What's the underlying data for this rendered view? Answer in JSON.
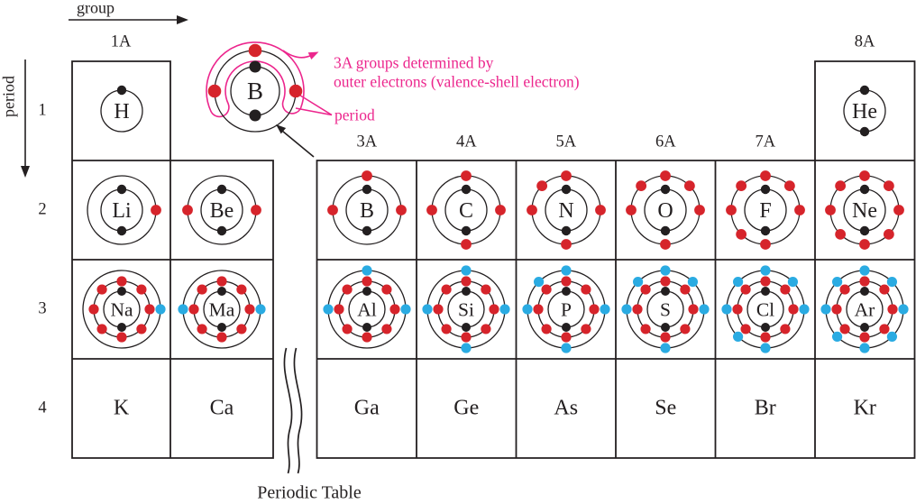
{
  "figure": {
    "caption": "Periodic Table"
  },
  "axes": {
    "group_label": "group",
    "period_label": "period"
  },
  "annotation": {
    "line1": "3A groups determined by",
    "line2": "outer electrons (valence-shell electron)",
    "period_pointer_label": "period"
  },
  "headers": {
    "group_1a": "1A",
    "group_8a": "8A",
    "mid_groups": [
      "3A",
      "4A",
      "5A",
      "6A",
      "7A"
    ]
  },
  "period_row_labels": [
    "1",
    "2",
    "3",
    "4"
  ],
  "colors": {
    "electron_core": "#231f20",
    "electron_period2": "#d6242b",
    "electron_period3": "#2aabe2",
    "annotation_magenta": "#ec268d",
    "line_black": "#231f20"
  },
  "example_atom": {
    "symbol": "B",
    "shells": [
      {
        "color": "core",
        "count": 2
      },
      {
        "color": "period2",
        "count": 3
      }
    ]
  },
  "periods": [
    {
      "label": "1",
      "cells": [
        {
          "block": "left",
          "col": 0,
          "symbol": "H",
          "shells": [
            {
              "color": "core",
              "count": 1
            }
          ]
        },
        {
          "block": "right",
          "col": 5,
          "symbol": "He",
          "shells": [
            {
              "color": "core",
              "count": 2
            }
          ]
        }
      ]
    },
    {
      "label": "2",
      "cells": [
        {
          "block": "left",
          "col": 0,
          "symbol": "Li",
          "shells": [
            {
              "color": "core",
              "count": 2
            },
            {
              "color": "period2",
              "count": 1
            }
          ]
        },
        {
          "block": "left",
          "col": 1,
          "symbol": "Be",
          "shells": [
            {
              "color": "core",
              "count": 2
            },
            {
              "color": "period2",
              "count": 2
            }
          ]
        },
        {
          "block": "right",
          "col": 0,
          "symbol": "B",
          "shells": [
            {
              "color": "core",
              "count": 2
            },
            {
              "color": "period2",
              "count": 3
            }
          ]
        },
        {
          "block": "right",
          "col": 1,
          "symbol": "C",
          "shells": [
            {
              "color": "core",
              "count": 2
            },
            {
              "color": "period2",
              "count": 4
            }
          ]
        },
        {
          "block": "right",
          "col": 2,
          "symbol": "N",
          "shells": [
            {
              "color": "core",
              "count": 2
            },
            {
              "color": "period2",
              "count": 5
            }
          ]
        },
        {
          "block": "right",
          "col": 3,
          "symbol": "O",
          "shells": [
            {
              "color": "core",
              "count": 2
            },
            {
              "color": "period2",
              "count": 6
            }
          ]
        },
        {
          "block": "right",
          "col": 4,
          "symbol": "F",
          "shells": [
            {
              "color": "core",
              "count": 2
            },
            {
              "color": "period2",
              "count": 7
            }
          ]
        },
        {
          "block": "right",
          "col": 5,
          "symbol": "Ne",
          "shells": [
            {
              "color": "core",
              "count": 2
            },
            {
              "color": "period2",
              "count": 8
            }
          ]
        }
      ]
    },
    {
      "label": "3",
      "cells": [
        {
          "block": "left",
          "col": 0,
          "symbol": "Na",
          "shells": [
            {
              "color": "core",
              "count": 2
            },
            {
              "color": "period2",
              "count": 8
            },
            {
              "color": "period3",
              "count": 1
            }
          ]
        },
        {
          "block": "left",
          "col": 1,
          "symbol": "Ma",
          "shells": [
            {
              "color": "core",
              "count": 2
            },
            {
              "color": "period2",
              "count": 8
            },
            {
              "color": "period3",
              "count": 2
            }
          ]
        },
        {
          "block": "right",
          "col": 0,
          "symbol": "Al",
          "shells": [
            {
              "color": "core",
              "count": 2
            },
            {
              "color": "period2",
              "count": 8
            },
            {
              "color": "period3",
              "count": 3
            }
          ]
        },
        {
          "block": "right",
          "col": 1,
          "symbol": "Si",
          "shells": [
            {
              "color": "core",
              "count": 2
            },
            {
              "color": "period2",
              "count": 8
            },
            {
              "color": "period3",
              "count": 4
            }
          ]
        },
        {
          "block": "right",
          "col": 2,
          "symbol": "P",
          "shells": [
            {
              "color": "core",
              "count": 2
            },
            {
              "color": "period2",
              "count": 8
            },
            {
              "color": "period3",
              "count": 5
            }
          ]
        },
        {
          "block": "right",
          "col": 3,
          "symbol": "S",
          "shells": [
            {
              "color": "core",
              "count": 2
            },
            {
              "color": "period2",
              "count": 8
            },
            {
              "color": "period3",
              "count": 6
            }
          ]
        },
        {
          "block": "right",
          "col": 4,
          "symbol": "Cl",
          "shells": [
            {
              "color": "core",
              "count": 2
            },
            {
              "color": "period2",
              "count": 8
            },
            {
              "color": "period3",
              "count": 7
            }
          ]
        },
        {
          "block": "right",
          "col": 5,
          "symbol": "Ar",
          "shells": [
            {
              "color": "core",
              "count": 2
            },
            {
              "color": "period2",
              "count": 8
            },
            {
              "color": "period3",
              "count": 8
            }
          ]
        }
      ]
    },
    {
      "label": "4",
      "cells": [
        {
          "block": "left",
          "col": 0,
          "symbol": "K",
          "text_only": true
        },
        {
          "block": "left",
          "col": 1,
          "symbol": "Ca",
          "text_only": true
        },
        {
          "block": "right",
          "col": 0,
          "symbol": "Ga",
          "text_only": true
        },
        {
          "block": "right",
          "col": 1,
          "symbol": "Ge",
          "text_only": true
        },
        {
          "block": "right",
          "col": 2,
          "symbol": "As",
          "text_only": true
        },
        {
          "block": "right",
          "col": 3,
          "symbol": "Se",
          "text_only": true
        },
        {
          "block": "right",
          "col": 4,
          "symbol": "Br",
          "text_only": true
        },
        {
          "block": "right",
          "col": 5,
          "symbol": "Kr",
          "text_only": true
        }
      ]
    }
  ]
}
